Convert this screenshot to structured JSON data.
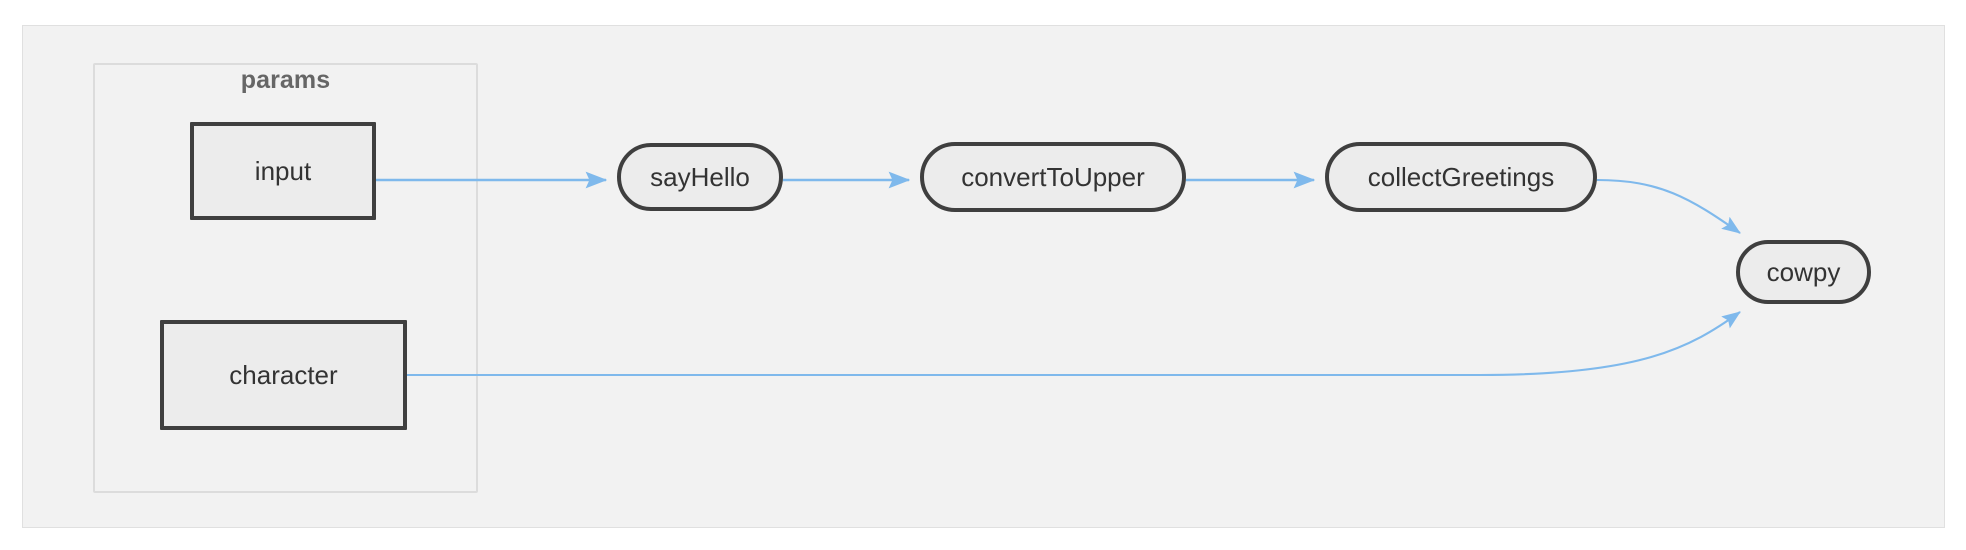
{
  "diagram": {
    "type": "flowchart",
    "direction": "left-to-right",
    "background_color": "#f2f2f2",
    "edge_color": "#7fb9ec",
    "node_border_color": "#3f3f3f",
    "node_fill_color": "#ececec",
    "cluster_border_color": "#dcdcdc",
    "cluster_label_color": "#666666",
    "clusters": [
      {
        "id": "params",
        "label": "params"
      }
    ],
    "nodes": [
      {
        "id": "input",
        "label": "input",
        "shape": "rectangle",
        "cluster": "params"
      },
      {
        "id": "character",
        "label": "character",
        "shape": "rectangle",
        "cluster": "params"
      },
      {
        "id": "sayHello",
        "label": "sayHello",
        "shape": "stadium",
        "cluster": null
      },
      {
        "id": "convertToUpper",
        "label": "convertToUpper",
        "shape": "stadium",
        "cluster": null
      },
      {
        "id": "collectGreetings",
        "label": "collectGreetings",
        "shape": "stadium",
        "cluster": null
      },
      {
        "id": "cowpy",
        "label": "cowpy",
        "shape": "stadium",
        "cluster": null
      }
    ],
    "edges": [
      {
        "from": "input",
        "to": "sayHello",
        "label": "",
        "arrow": "open"
      },
      {
        "from": "sayHello",
        "to": "convertToUpper",
        "label": "",
        "arrow": "open"
      },
      {
        "from": "convertToUpper",
        "to": "collectGreetings",
        "label": "",
        "arrow": "open"
      },
      {
        "from": "collectGreetings",
        "to": "cowpy",
        "label": "",
        "arrow": "open"
      },
      {
        "from": "character",
        "to": "cowpy",
        "label": "",
        "arrow": "open"
      }
    ]
  }
}
